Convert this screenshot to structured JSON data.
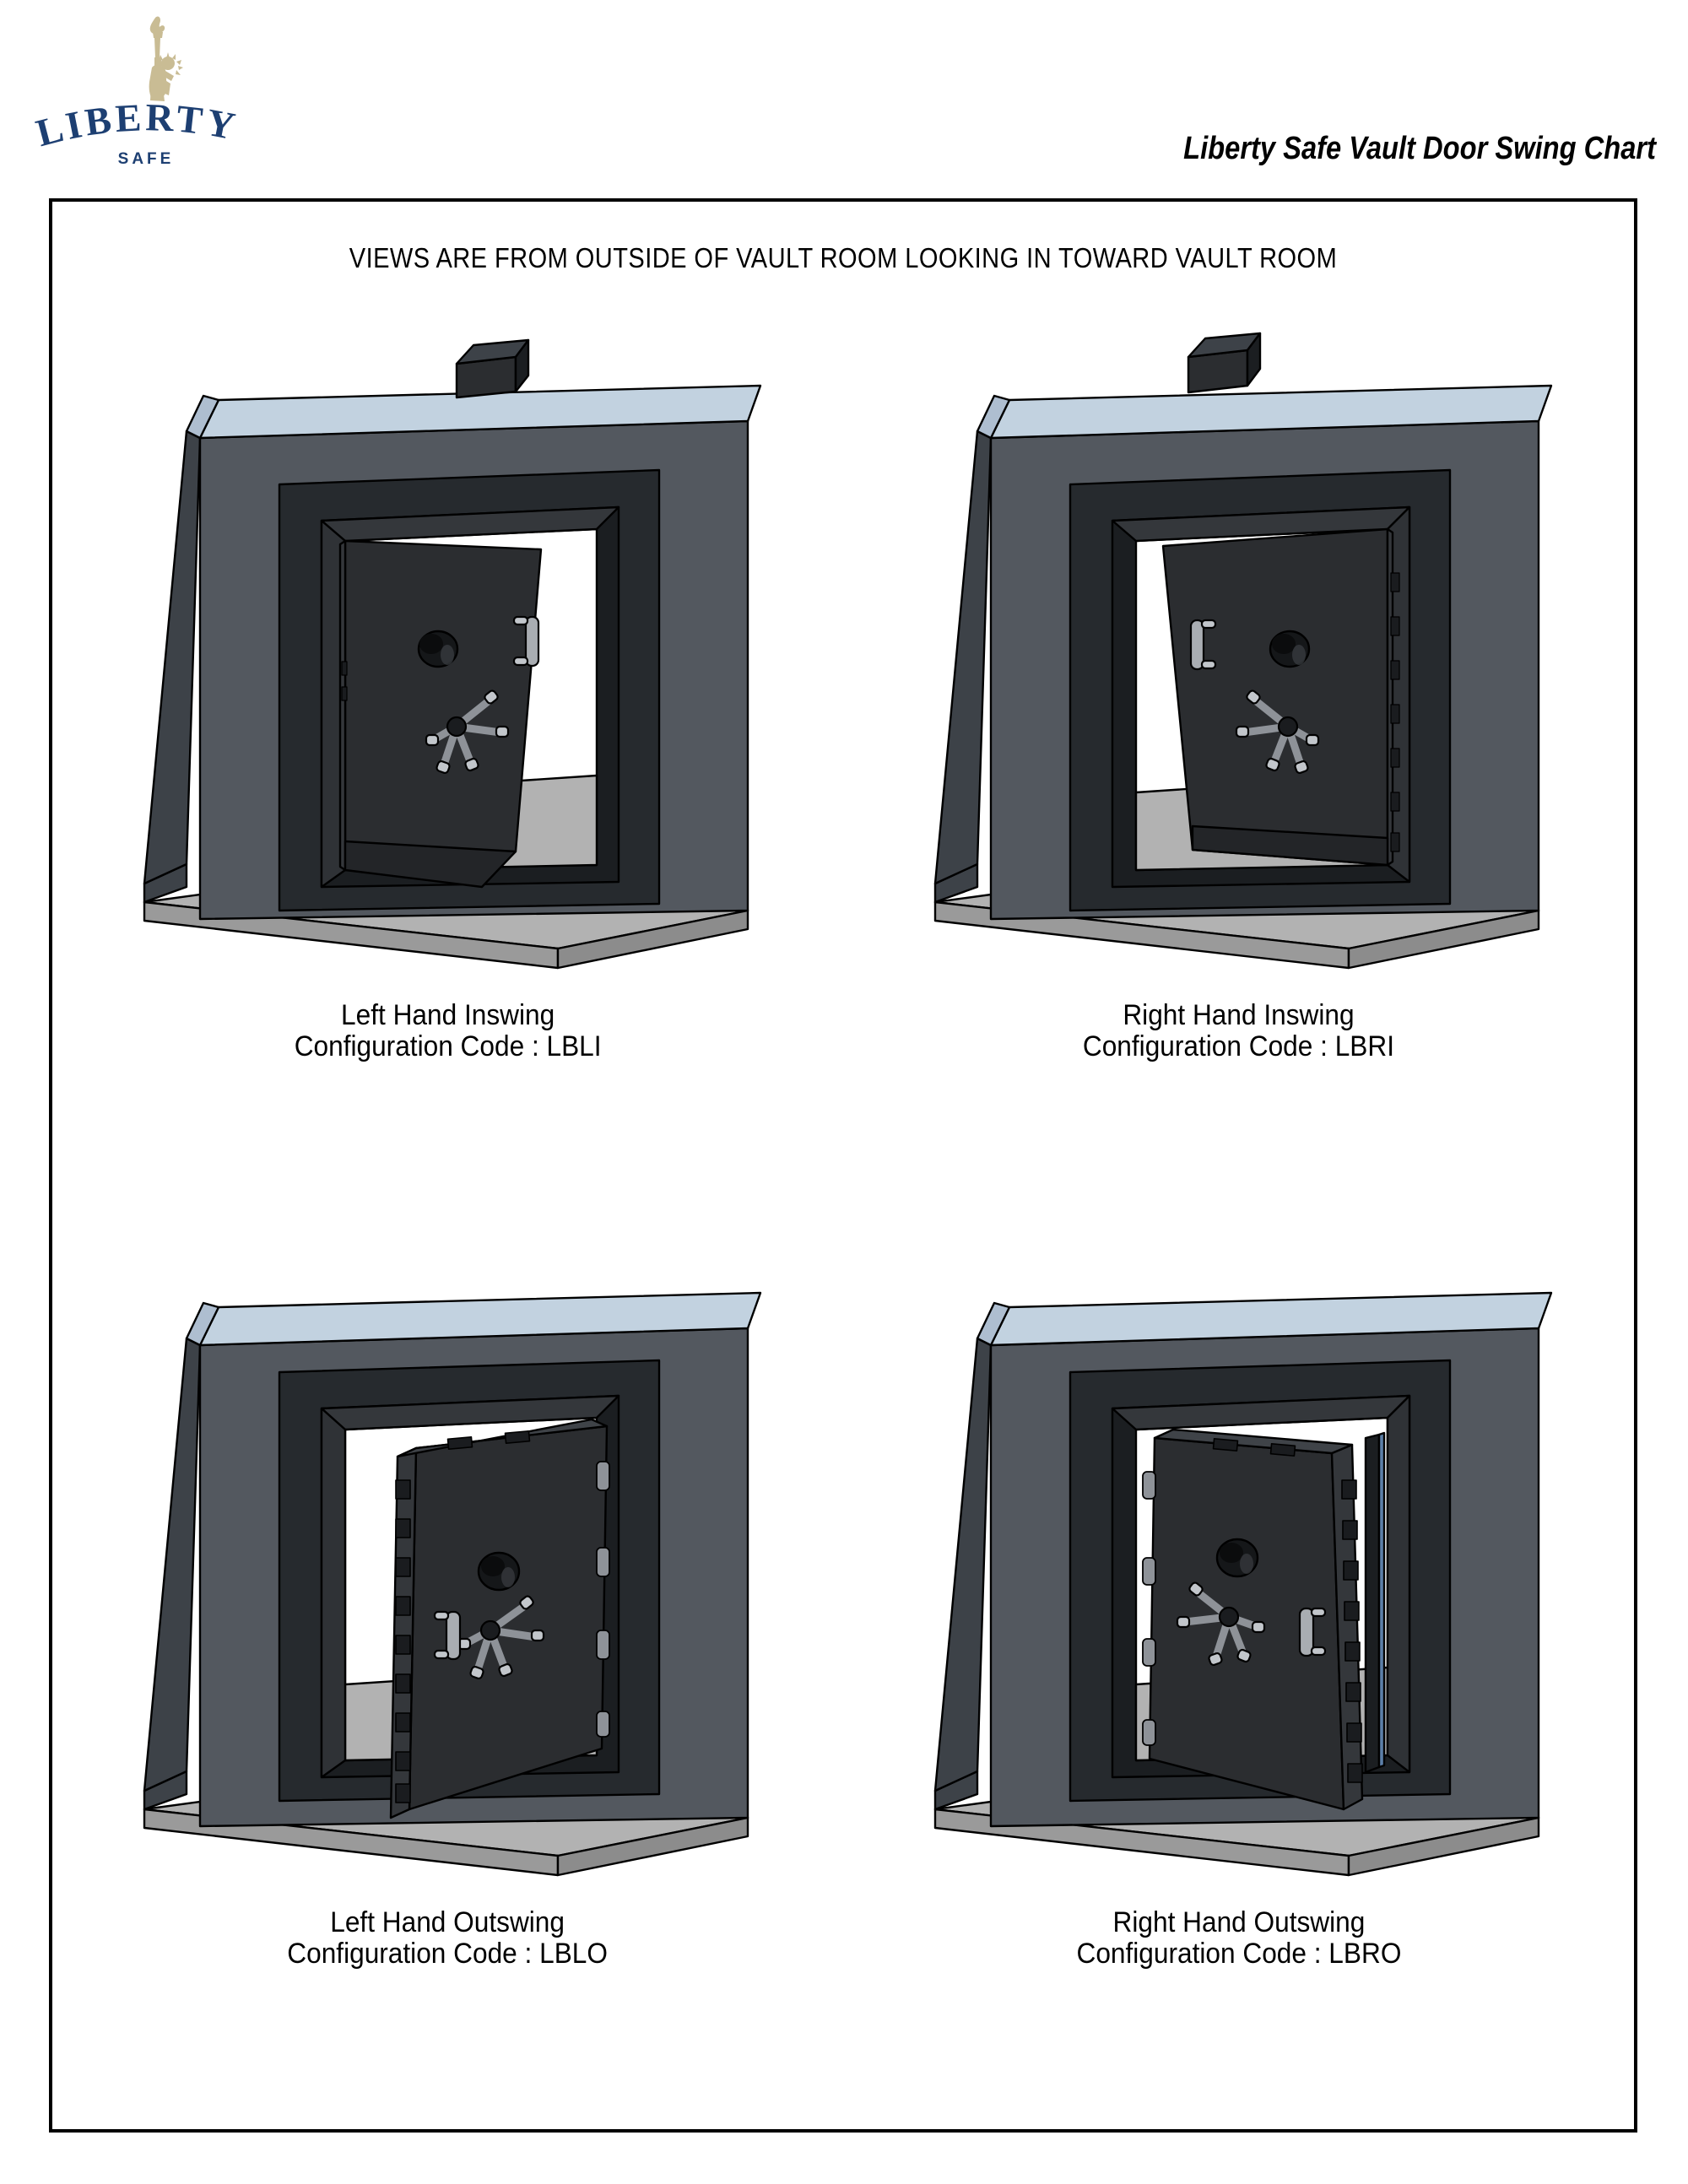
{
  "header": {
    "logo": {
      "icon_name": "statue-of-liberty-icon",
      "wordmark": "LIBERTY",
      "subtext": "SAFE",
      "wordmark_color": "#1d3f72",
      "torch_color": "#c9bc94"
    },
    "title": "Liberty Safe Vault Door Swing Chart"
  },
  "sheet": {
    "views_note": "VIEWS ARE FROM OUTSIDE OF VAULT ROOM LOOKING IN TOWARD VAULT ROOM",
    "border_color": "#000000"
  },
  "colors": {
    "wall_face": "#53585f",
    "wall_top": "#c2d2e0",
    "wall_side": "#3d4248",
    "floor": "#b2b2b2",
    "floor_edge": "#6e7378",
    "jamb_dark": "#262a2e",
    "jamb_darker": "#1b1e21",
    "door_face": "#2b2d30",
    "door_face_dark": "#212326",
    "door_edge": "#34373b",
    "hardware_metal": "#a9adb2",
    "hardware_dark": "#1a1c1f",
    "opening_white": "#ffffff",
    "outline": "#000000"
  },
  "panels": [
    {
      "id": "left-hand-inswing",
      "swing": "inswing",
      "hand": "left",
      "hinge_side": "left",
      "handle_side": "right",
      "caption_title": "Left Hand Inswing",
      "caption_code": "Configuration Code : LBLI",
      "code": "LBLI",
      "hardware": [
        "dial-icon",
        "spoke-handle-icon",
        "pull-handle-icon"
      ]
    },
    {
      "id": "right-hand-inswing",
      "swing": "inswing",
      "hand": "right",
      "hinge_side": "right",
      "handle_side": "left",
      "caption_title": "Right Hand Inswing",
      "caption_code": "Configuration Code : LBRI",
      "code": "LBRI",
      "hardware": [
        "dial-icon",
        "spoke-handle-icon",
        "pull-handle-icon"
      ]
    },
    {
      "id": "left-hand-outswing",
      "swing": "outswing",
      "hand": "left",
      "hinge_side": "right",
      "handle_side": "left",
      "caption_title": "Left Hand Outswing",
      "caption_code": "Configuration Code : LBLO",
      "code": "LBLO",
      "hardware": [
        "dial-icon",
        "spoke-handle-icon",
        "pull-handle-icon",
        "bolt-work-icon"
      ]
    },
    {
      "id": "right-hand-outswing",
      "swing": "outswing",
      "hand": "right",
      "hinge_side": "left",
      "handle_side": "right",
      "caption_title": "Right Hand Outswing",
      "caption_code": "Configuration Code : LBRO",
      "code": "LBRO",
      "hardware": [
        "dial-icon",
        "spoke-handle-icon",
        "pull-handle-icon",
        "bolt-work-icon"
      ]
    }
  ]
}
